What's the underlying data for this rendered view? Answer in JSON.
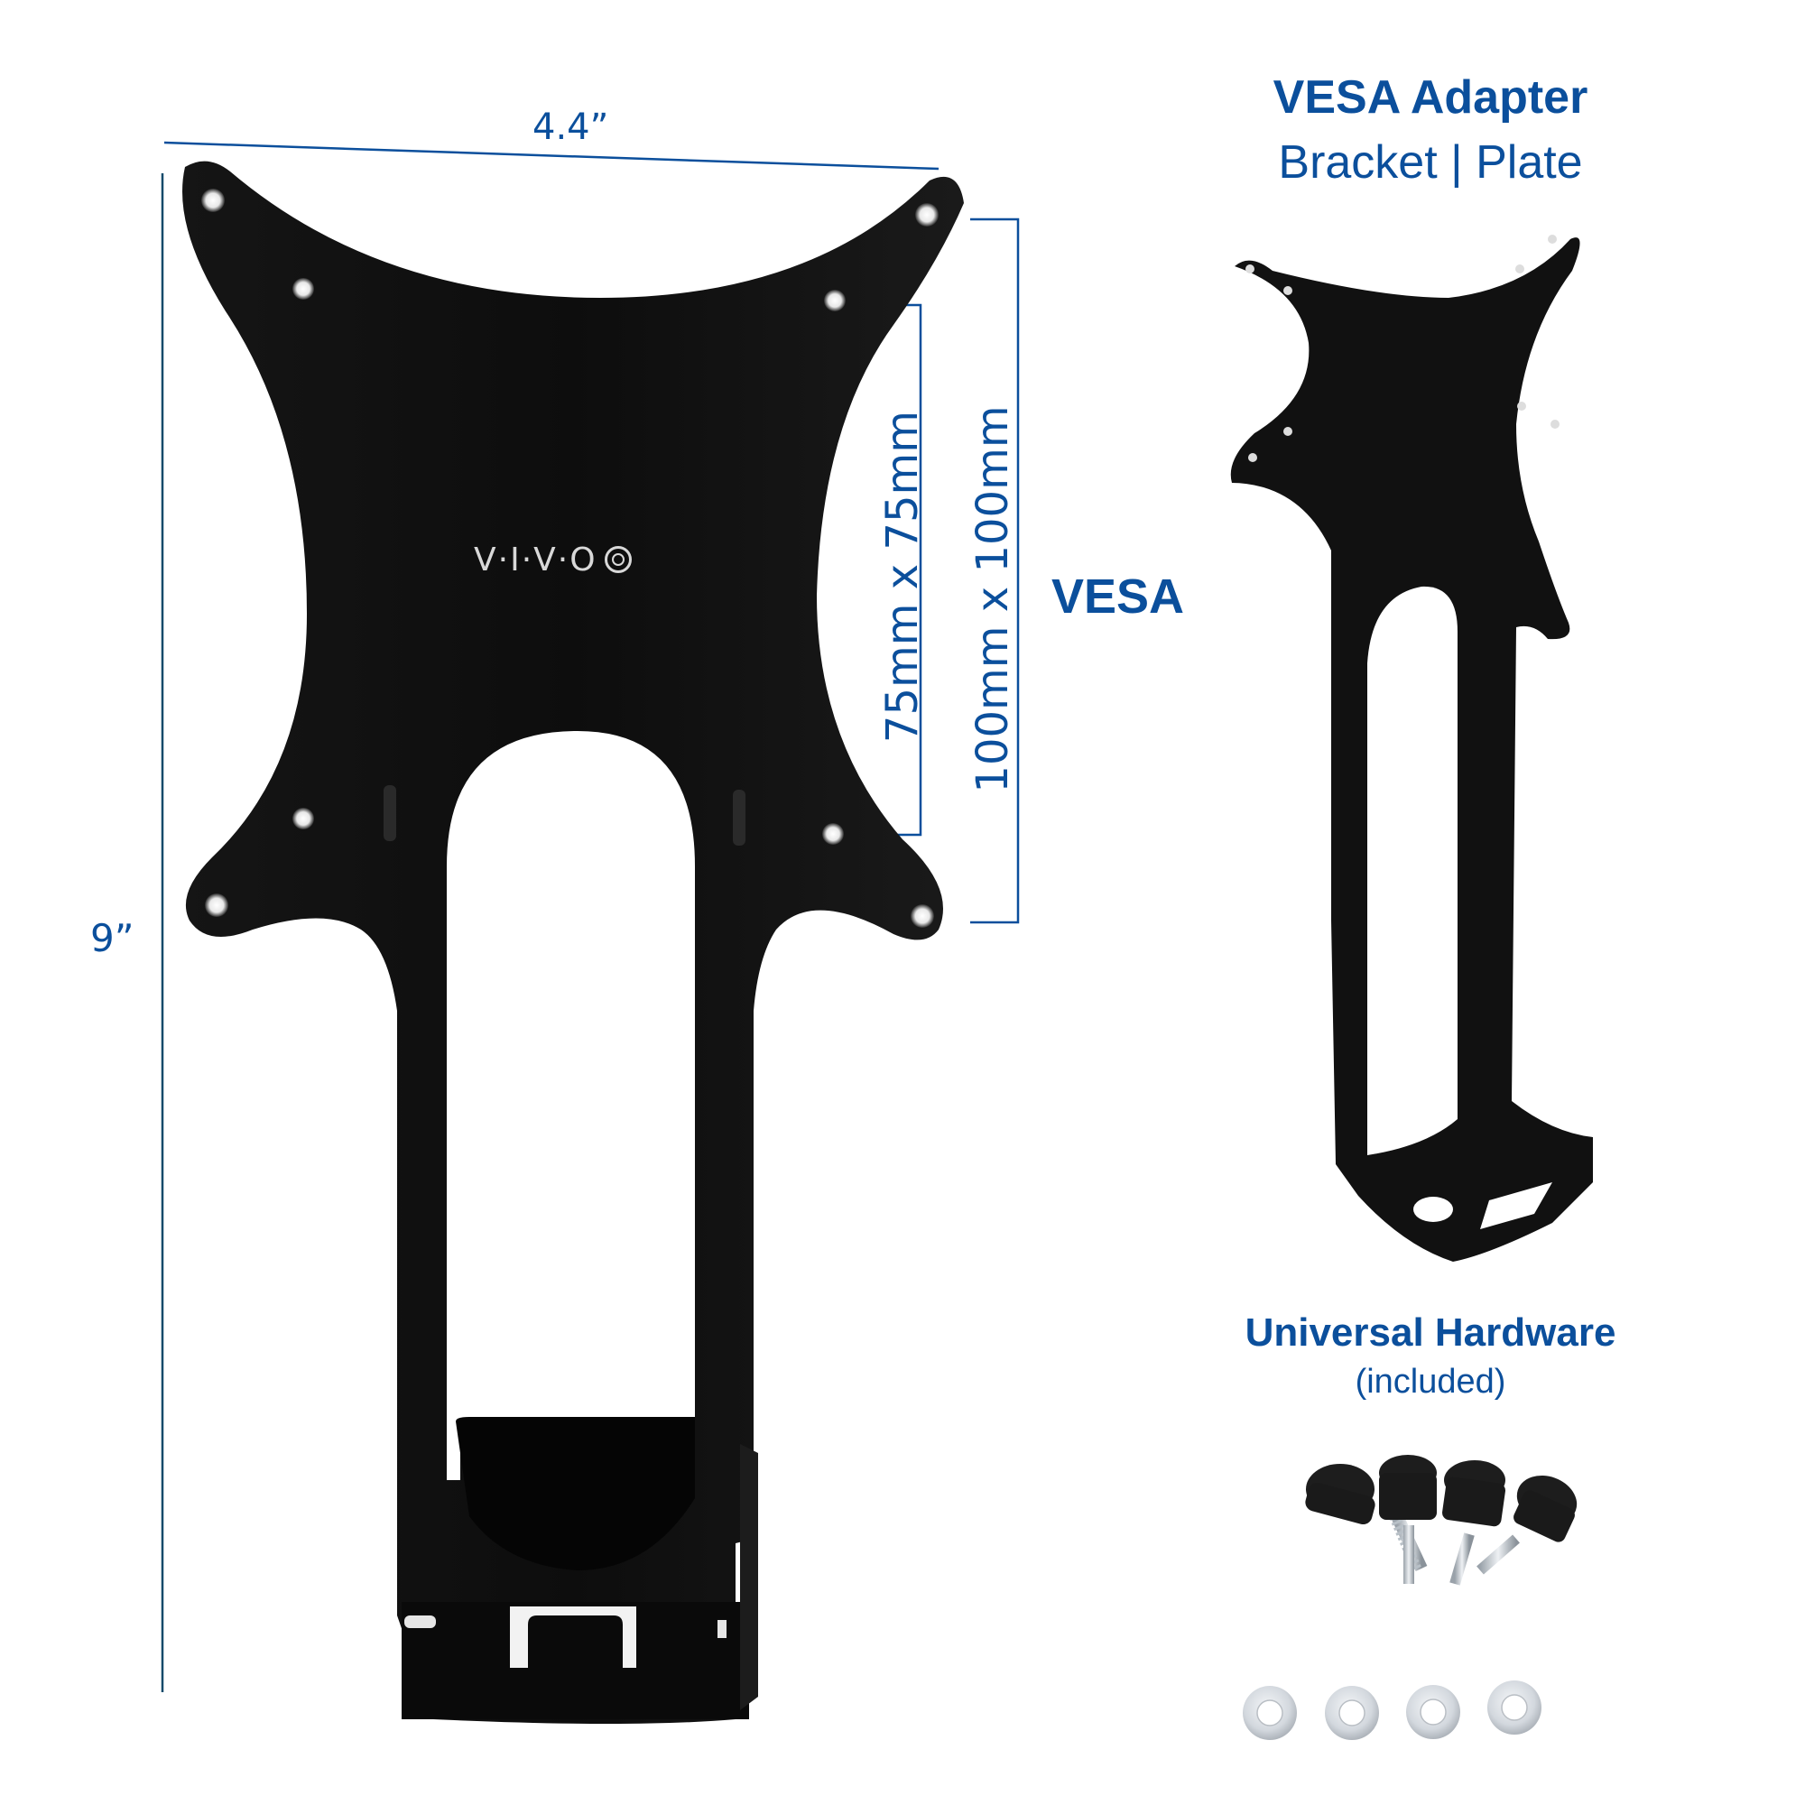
{
  "product": {
    "brand_logo": "V·I·V·O",
    "dimensions": {
      "width_label": "4.4”",
      "height_label": "9”"
    },
    "vesa_patterns": {
      "small": "75mm x 75mm",
      "large": "100mm x 100mm",
      "label": "VESA"
    }
  },
  "header": {
    "title": "VESA Adapter",
    "subtitle": "Bracket | Plate"
  },
  "hardware": {
    "title": "Universal Hardware",
    "subtitle": "(included)",
    "thumbscrew_count": 4,
    "washer_count": 4
  },
  "colors": {
    "accent_blue": "#0b4f9c",
    "bracket_black": "#111111",
    "background": "#ffffff",
    "washer_silver": "#d9dde2"
  }
}
